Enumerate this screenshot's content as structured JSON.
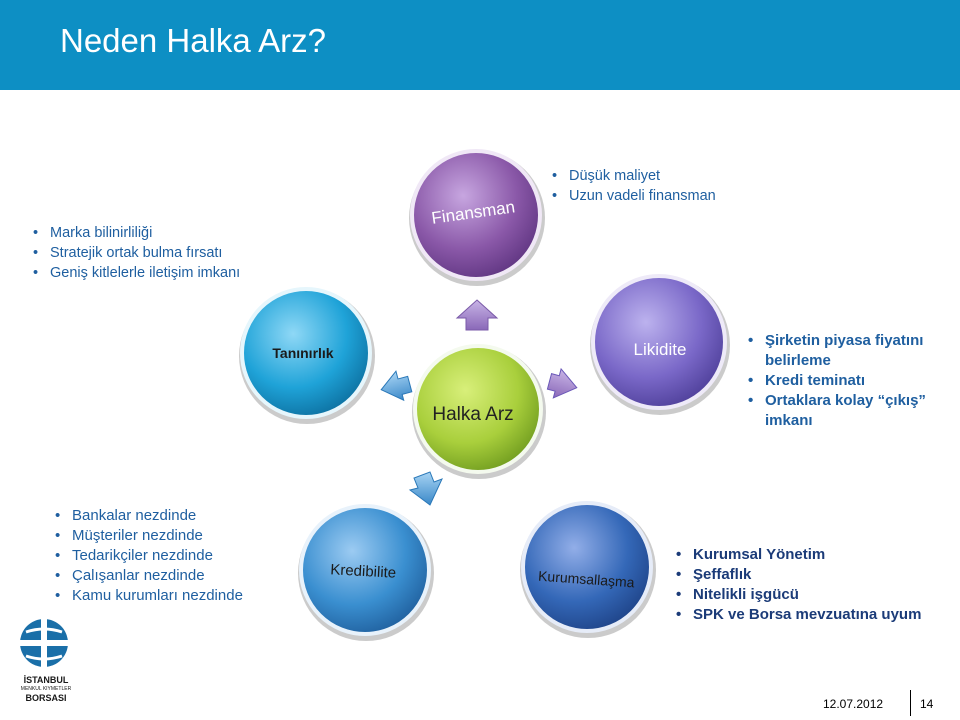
{
  "slide": {
    "title": "Neden Halka Arz?",
    "date": "12.07.2012",
    "page_number": "14"
  },
  "nodes": {
    "center": "Halka Arz",
    "finansman": "Finansman",
    "tanınırlık": "Tanınırlık",
    "likidite": "Likidite",
    "kredibilite": "Kredibilite",
    "kurumsallasma": "Kurumsallaşma"
  },
  "lists": {
    "tanınırlık": [
      "Marka bilinirliliği",
      "Stratejik ortak bulma fırsatı",
      "Geniş kitlelerle iletişim imkanı"
    ],
    "finansman": [
      "Düşük maliyet",
      "Uzun vadeli finansman"
    ],
    "likidite": [
      "Şirketin piyasa fiyatını belirleme",
      "Kredi teminatı",
      "Ortaklara kolay “çıkış” imkanı"
    ],
    "kredibilite": [
      "Bankalar nezdinde",
      "Müşteriler nezdinde",
      "Tedarikçiler nezdinde",
      "Çalışanlar nezdinde",
      "Kamu kurumları nezdinde"
    ],
    "kurumsallasma": [
      "Kurumsal Yönetim",
      "Şeffaflık",
      "Nitelikli işgücü",
      "SPK ve Borsa mevzuatına uyum"
    ]
  },
  "logo": {
    "line1": "İSTANBUL",
    "line2": "MENKUL KIYMETLER",
    "line3": "BORSASI"
  },
  "colors": {
    "header": "#0d8fc4",
    "center_circle": "#a9cf3c",
    "finansman_circle": "#8a58a8",
    "tanınırlık_circle": "#1fa3d8",
    "likidite_circle": "#7a68c8",
    "kredibilite_circle": "#3a8fd0",
    "kurumsallasma_circle": "#3468b8"
  }
}
